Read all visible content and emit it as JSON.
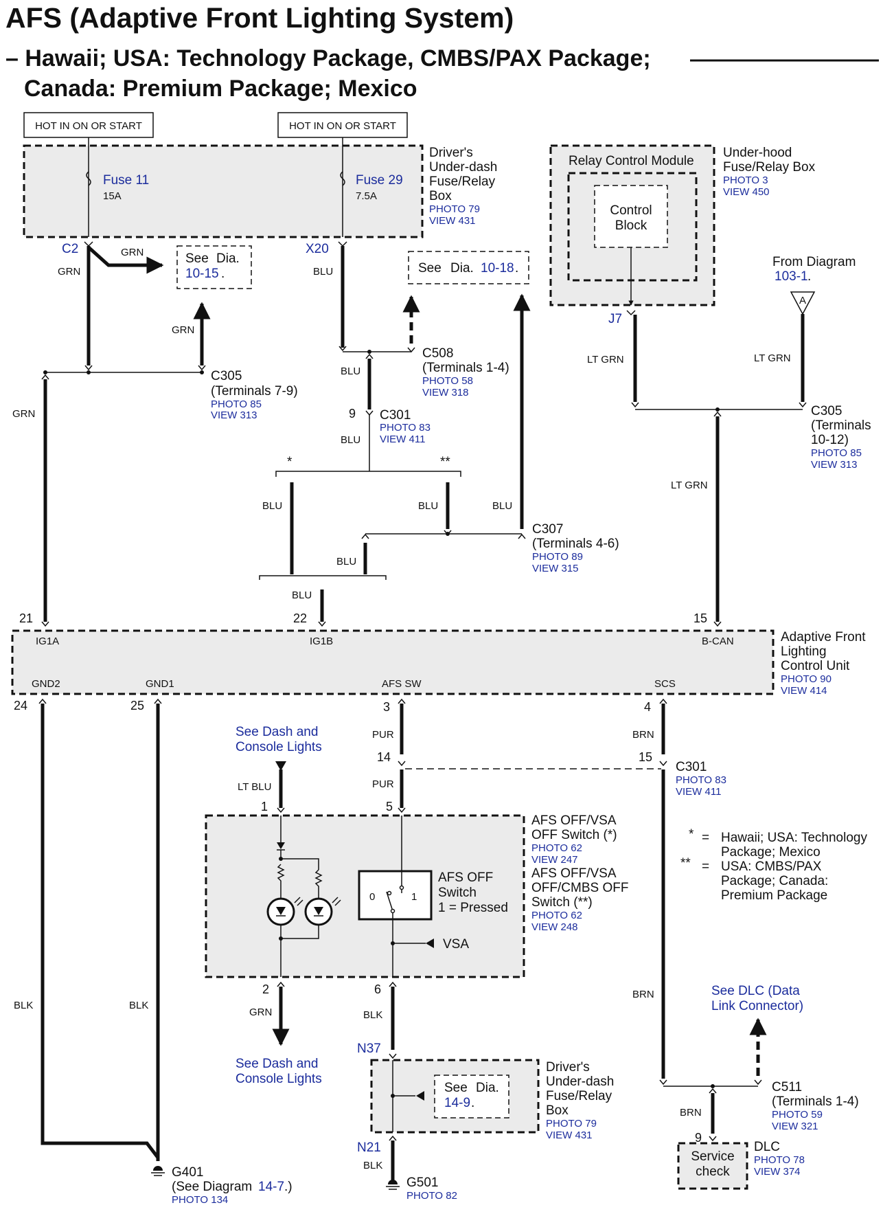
{
  "title": "AFS (Adaptive Front Lighting System)",
  "subtitle_line1": "– Hawaii; USA: Technology Package, CMBS/PAX Package;",
  "subtitle_line2": "Canada: Premium Package; Mexico",
  "hot_label": "HOT IN ON OR START",
  "fuse_box": {
    "l1": "Driver's",
    "l2": "Under-dash",
    "l3": "Fuse/Relay",
    "l4": "Box",
    "photo": "PHOTO 79",
    "view": "VIEW 431"
  },
  "fuse11": {
    "name": "Fuse 11",
    "rating": "15A",
    "conn": "C2"
  },
  "fuse29": {
    "name": "Fuse 29",
    "rating": "7.5A",
    "conn": "X20"
  },
  "relay": {
    "title": "Relay Control Module",
    "block1": "Control",
    "block2": "Block",
    "pin": "J7"
  },
  "underhood": {
    "l1": "Under-hood",
    "l2": "Fuse/Relay Box",
    "photo": "PHOTO 3",
    "view": "VIEW 450"
  },
  "see": {
    "see": "See",
    "dia": "Dia.",
    "d1015": "10-15",
    "d1018": "10-18",
    "d149": "14-9",
    "dot": "."
  },
  "from_diagram": {
    "l1": "From Diagram",
    "ref": "103-1",
    "dot": ".",
    "tri": "A"
  },
  "wires": {
    "grn": "GRN",
    "blu": "BLU",
    "ltgrn": "LT GRN",
    "ltblu": "LT BLU",
    "pur": "PUR",
    "brn": "BRN",
    "blk": "BLK"
  },
  "c305a": {
    "name": "C305",
    "term": "(Terminals 7-9)",
    "photo": "PHOTO 85",
    "view": "VIEW 313"
  },
  "c508": {
    "name": "C508",
    "term": "(Terminals 1-4)",
    "photo": "PHOTO 58",
    "view": "VIEW 318"
  },
  "c301": {
    "name": "C301",
    "photo": "PHOTO 83",
    "view": "VIEW 411",
    "pin_a": "9"
  },
  "c305b": {
    "name": "C305",
    "t1": "(Terminals",
    "t2": "10-12)",
    "photo": "PHOTO 85",
    "view": "VIEW 313"
  },
  "c307": {
    "name": "C307",
    "term": "(Terminals 4-6)",
    "photo": "PHOTO 89",
    "view": "VIEW 315"
  },
  "stars": {
    "s1": "*",
    "s2": "**"
  },
  "afs_unit": {
    "l1": "Adaptive Front",
    "l2": "Lighting",
    "l3": "Control Unit",
    "photo": "PHOTO 90",
    "view": "VIEW 414",
    "ig1a": "IG1A",
    "ig1b": "IG1B",
    "bcan": "B-CAN",
    "gnd2": "GND2",
    "gnd1": "GND1",
    "afssw": "AFS SW",
    "scs": "SCS",
    "p21": "21",
    "p22": "22",
    "p15": "15",
    "p24": "24",
    "p25": "25",
    "p3": "3",
    "p4": "4"
  },
  "dash_lights": {
    "l1": "See Dash and",
    "l2": "Console Lights"
  },
  "c301b": {
    "name": "C301",
    "photo": "PHOTO 83",
    "view": "VIEW 411",
    "p14": "14",
    "p15": "15"
  },
  "switch": {
    "p1": "1",
    "p5": "5",
    "p2": "2",
    "p6": "6",
    "name1": "AFS OFF",
    "name2": "Switch",
    "name3": "1 = Pressed",
    "zero": "0",
    "one": "1",
    "vsa": "VSA",
    "a1": "AFS OFF/VSA",
    "a2": "OFF Switch (*)",
    "aphoto": "PHOTO 62",
    "aview": "VIEW 247",
    "b1": "AFS OFF/VSA",
    "b2": "OFF/CMBS OFF",
    "b3": "Switch (**)",
    "bphoto": "PHOTO 62",
    "bview": "VIEW 248"
  },
  "notes": {
    "s1": "*",
    "eq": "=",
    "n1a": "Hawaii; USA: Technology",
    "n1b": "Package; Mexico",
    "s2": "**",
    "n2a": "USA: CMBS/PAX",
    "n2b": "Package; Canada:",
    "n2c": "Premium Package"
  },
  "dlc_link": {
    "l1": "See DLC (Data",
    "l2": "Link Connector)"
  },
  "n37": "N37",
  "n21": "N21",
  "fuse_box2": {
    "l1": "Driver's",
    "l2": "Under-dash",
    "l3": "Fuse/Relay",
    "l4": "Box",
    "photo": "PHOTO 79",
    "view": "VIEW 431"
  },
  "c511": {
    "name": "C511",
    "term": "(Terminals 1-4)",
    "photo": "PHOTO 59",
    "view": "VIEW 321",
    "pin": "9"
  },
  "dlc": {
    "s1": "Service",
    "s2": "check",
    "name": "DLC",
    "photo": "PHOTO 78",
    "view": "VIEW 374"
  },
  "g401": {
    "name": "G401",
    "see": "(See Diagram",
    "ref": "14-7",
    "end": ".)",
    "photo": "PHOTO 134"
  },
  "g501": {
    "name": "G501",
    "photo": "PHOTO 82"
  }
}
